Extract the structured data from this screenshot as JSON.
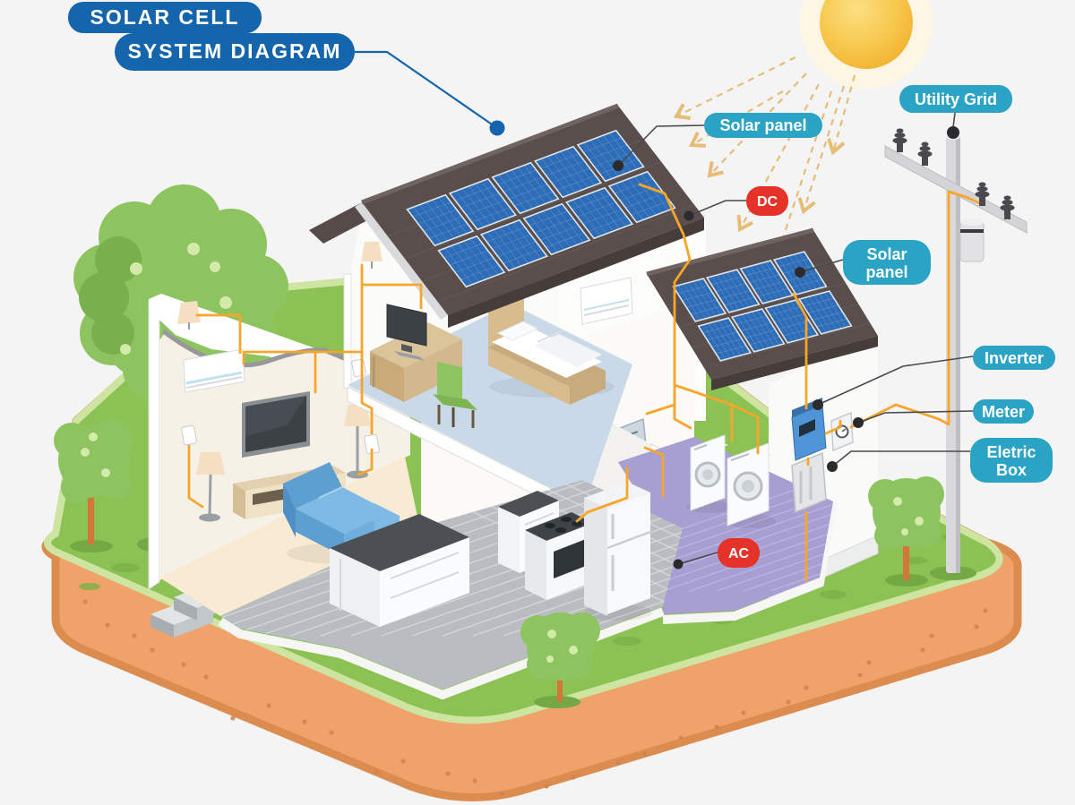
{
  "title": {
    "line1": "SOLAR CELL",
    "line2": "SYSTEM DIAGRAM"
  },
  "labels": {
    "solar_panel_top": "Solar panel",
    "dc": "DC",
    "utility_grid": "Utility Grid",
    "solar_panel_right_line1": "Solar",
    "solar_panel_right_line2": "panel",
    "inverter": "Inverter",
    "meter": "Meter",
    "eletric_box_line1": "Eletric",
    "eletric_box_line2": "Box",
    "ac": "AC"
  },
  "solar_arrays": [
    {
      "name": "main-roof-array",
      "columns": 5,
      "rows": 2,
      "panel_count": 10
    },
    {
      "name": "right-roof-array",
      "columns": 4,
      "rows": 2,
      "panel_count": 8
    }
  ],
  "colors": {
    "background": "#F4F4F4",
    "label_teal": "#2BA3C4",
    "label_red": "#E5332A",
    "title_blue": "#1565AD",
    "wire_orange": "#F7A62B",
    "roof": "#594E4C",
    "panel_blue": "#2D6CB7",
    "grass": "#8CC153",
    "grass_rim": "#CDE5A0",
    "dirt": "#EFA36B",
    "sun": "#F6BB33",
    "sun_ray": "#E7BC77",
    "floor_bedroom": "#C9D9E8",
    "floor_living": "#F8EAD3",
    "floor_kitchen": "#B9BCC0",
    "floor_laundry": "#A79ED1",
    "inverter_blue": "#4F94D6",
    "sofa_blue": "#7FB9E5"
  }
}
